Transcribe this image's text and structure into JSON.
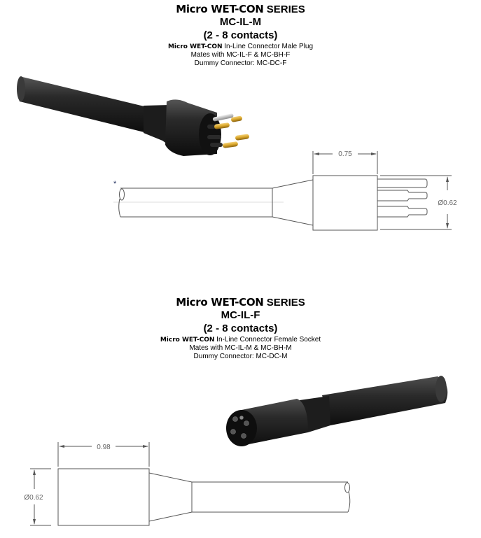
{
  "male": {
    "series_brand": "Micro WET-CON",
    "series_word": "SERIES",
    "model": "MC-IL-M",
    "contacts": "(2 - 8 contacts)",
    "desc_brand": "Micro WET-CON",
    "desc_rest": " In-Line Connector Male Plug",
    "mates": "Mates with MC-IL-F & MC-BH-F",
    "dummy": "Dummy Connector: MC-DC-F",
    "drawing": {
      "length_label": "0.75",
      "diameter_label": "Ø0.62",
      "note_marker": "*"
    }
  },
  "female": {
    "series_brand": "Micro WET-CON",
    "series_word": "SERIES",
    "model": "MC-IL-F",
    "contacts": "(2 - 8 contacts)",
    "desc_brand": "Micro WET-CON",
    "desc_rest": " In-Line Connector Female Socket",
    "mates": "Mates with MC-IL-M & MC-BH-M",
    "dummy": "Dummy Connector: MC-DC-M",
    "drawing": {
      "length_label": "0.98",
      "diameter_label": "Ø0.62"
    }
  },
  "colors": {
    "cable_dark": "#1e1e1e",
    "contact_gold": "#d9a62a",
    "contact_silver": "#c8c8c8",
    "drawing_line": "#555555",
    "dimension_text": "#666666"
  }
}
